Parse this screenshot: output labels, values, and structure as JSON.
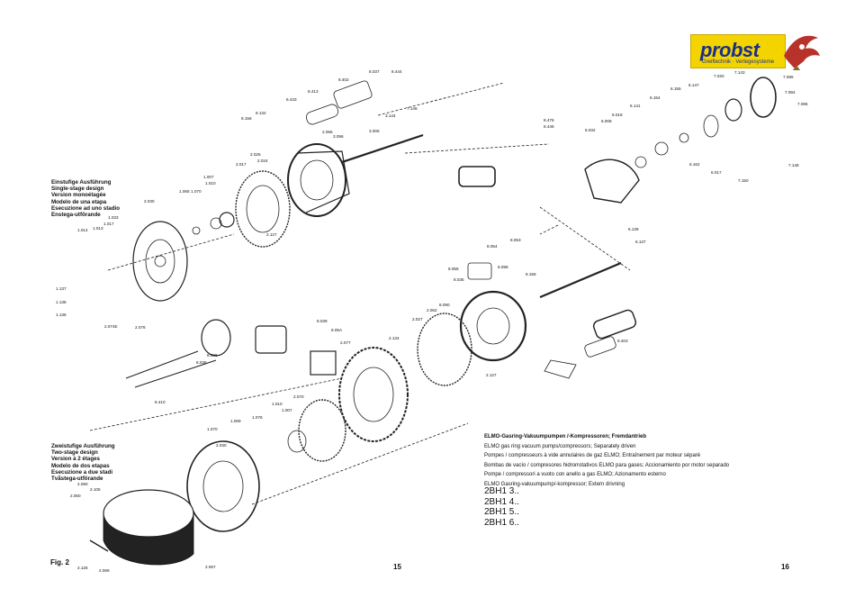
{
  "logo": {
    "brand": "probst",
    "tagline": "Greiftechnik · Verlegesysteme"
  },
  "legend_single": [
    "Einstufige Ausführung",
    "Single-stage design",
    "Version monoétagée",
    "Modelo de una etapa",
    "Esecuzione ad uno stadio",
    "Enstega-utförande"
  ],
  "legend_two": [
    "Zweistufige Ausführung",
    "Two-stage design",
    "Version à 2 étages",
    "Modelo de dos etapas",
    "Esecuzione a due stadi",
    "Tvåstega-utförande"
  ],
  "caption": [
    "ELMO-Gasring-Vakuumpumpen /-Kompressoren; Fremdantrieb",
    "ELMO gas ring vacuum pumps/compressors; Separately driven",
    "Pompes / compresseurs à vide annulaires de gaz ELMO; Entraînement par moteur séparé",
    "Bombas de vacío / compresores hidrorrotativos ELMO para gases; Accionamiento por motor separado",
    "Pompe / compressori a vuoto con anello a gas ELMO; Azionamento esterno",
    "ELMO Gasring-vakuumpump/-kompressor; Extern drivning"
  ],
  "models": [
    "2BH1 3..",
    "2BH1 4..",
    "2BH1 5..",
    "2BH1 6.."
  ],
  "fig_label": "Fig. 2",
  "page_left": "15",
  "page_right": "16",
  "part_labels": [
    {
      "t": "8.037"
    },
    {
      "t": "8.444"
    },
    {
      "t": "8.402"
    },
    {
      "t": "8.413"
    },
    {
      "t": "8.433"
    },
    {
      "t": "8.132"
    },
    {
      "t": "8.156"
    },
    {
      "t": "3.144"
    },
    {
      "t": "7.146"
    },
    {
      "t": "2.056"
    },
    {
      "t": "3.096"
    },
    {
      "t": "3.006"
    },
    {
      "t": "8.476"
    },
    {
      "t": "8.446"
    },
    {
      "t": "7.086"
    },
    {
      "t": "7.143"
    },
    {
      "t": "7.084"
    },
    {
      "t": "7.085"
    },
    {
      "t": "7.020"
    },
    {
      "t": "6.147"
    },
    {
      "t": "6.155"
    },
    {
      "t": "6.154"
    },
    {
      "t": "6.141"
    },
    {
      "t": "6.018"
    },
    {
      "t": "6.008"
    },
    {
      "t": "6.032"
    },
    {
      "t": "6.162"
    },
    {
      "t": "6.017"
    },
    {
      "t": "7.150"
    },
    {
      "t": "7.148"
    },
    {
      "t": "6.139"
    },
    {
      "t": "6.137"
    },
    {
      "t": "2.030"
    },
    {
      "t": "1.065"
    },
    {
      "t": "1.070"
    },
    {
      "t": "1.010"
    },
    {
      "t": "1.007"
    },
    {
      "t": "2.025"
    },
    {
      "t": "2.024"
    },
    {
      "t": "2.017"
    },
    {
      "t": "2.127"
    },
    {
      "t": "1.014"
    },
    {
      "t": "1.013"
    },
    {
      "t": "1.017"
    },
    {
      "t": "1.033"
    },
    {
      "t": "1.137"
    },
    {
      "t": "1.136"
    },
    {
      "t": "1.138"
    },
    {
      "t": "2.074E"
    },
    {
      "t": "2.076"
    },
    {
      "t": "8.053"
    },
    {
      "t": "8.054"
    },
    {
      "t": "8.055"
    },
    {
      "t": "8.035"
    },
    {
      "t": "8.086"
    },
    {
      "t": "8.036"
    },
    {
      "t": "8.039"
    },
    {
      "t": "8.05A"
    },
    {
      "t": "2.077"
    },
    {
      "t": "2.134"
    },
    {
      "t": "2.027"
    },
    {
      "t": "2.062"
    },
    {
      "t": "8.090"
    },
    {
      "t": "8.098"
    },
    {
      "t": "8.156"
    },
    {
      "t": "2.127"
    },
    {
      "t": "8.403"
    },
    {
      "t": "8.410"
    },
    {
      "t": "2.070"
    },
    {
      "t": "1.010"
    },
    {
      "t": "1.007"
    },
    {
      "t": "1.078"
    },
    {
      "t": "1.069"
    },
    {
      "t": "1.070"
    },
    {
      "t": "2.030"
    },
    {
      "t": "2.060"
    },
    {
      "t": "2.090"
    },
    {
      "t": "2.126"
    },
    {
      "t": "2.069"
    },
    {
      "t": "2.067"
    },
    {
      "t": "2.105"
    }
  ]
}
